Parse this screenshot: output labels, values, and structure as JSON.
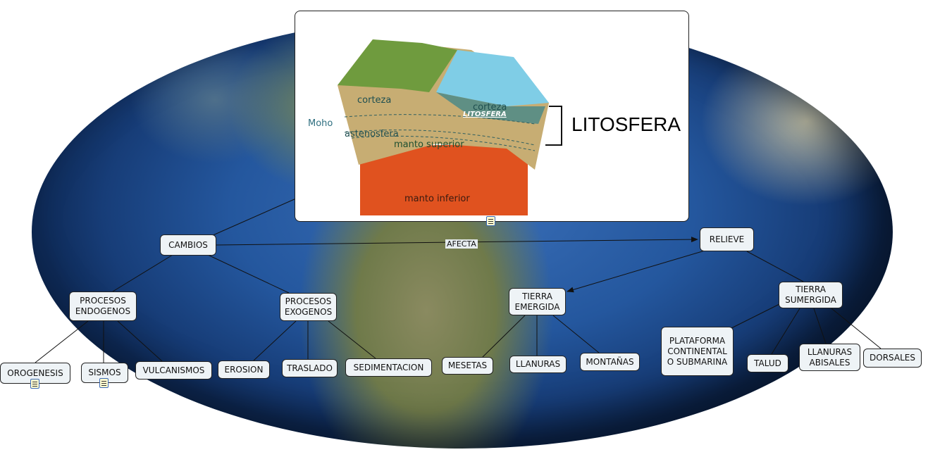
{
  "image_node": {
    "title": "LITOSFERA",
    "layers": {
      "corteza_continental": "corteza",
      "corteza_oceanica": "corteza",
      "litosfera_inline": "LITOSFERA",
      "moho": "Moho",
      "astenosfera": "astenosfera",
      "manto_superior": "manto superior",
      "manto_inferior": "manto inferior"
    }
  },
  "link_label": "AFECTA",
  "nodes": {
    "cambios": "CAMBIOS",
    "relieve": "RELIEVE",
    "procesos_endogenos": "PROCESOS ENDOGENOS",
    "procesos_exogenos": "PROCESOS EXOGENOS",
    "tierra_emergida": "TIERRA EMERGIDA",
    "tierra_sumergida": "TIERRA SUMERGIDA",
    "orogenesis": "OROGENESIS",
    "sismos": "SISMOS",
    "vulcanismos": "VULCANISMOS",
    "erosion": "EROSION",
    "traslado": "TRASLADO",
    "sedimentacion": "SEDIMENTACION",
    "mesetas": "MESETAS",
    "llanuras": "LLANURAS",
    "montanas": "MONTAÑAS",
    "plataforma": "PLATAFORMA CONTINENTAL O SUBMARINA",
    "talud": "TALUD",
    "llanuras_abisales": "LLANURAS ABISALES",
    "dorsales": "DORSALES"
  },
  "icons": {
    "resource": "document-icon"
  }
}
